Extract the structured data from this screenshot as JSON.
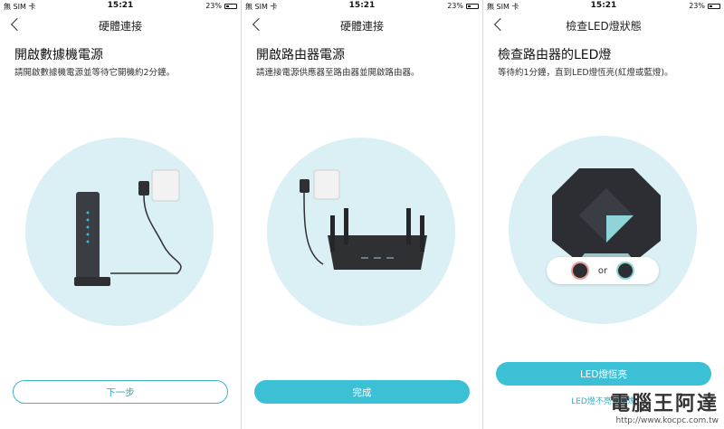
{
  "status": {
    "carrier": "無 SIM 卡",
    "time": "15:21",
    "battery": "23%"
  },
  "screens": [
    {
      "nav_title": "硬體連接",
      "heading": "開啟數據機電源",
      "description": "請開啟數據機電源並等待它開機約2分鐘。",
      "button": "下一步"
    },
    {
      "nav_title": "硬體連接",
      "heading": "開啟路由器電源",
      "description": "請連接電源供應器至路由器並開啟路由器。",
      "button": "完成"
    },
    {
      "nav_title": "檢查LED燈狀態",
      "heading": "檢查路由器的LED燈",
      "description": "等待約1分鐘，直到LED燈恆亮(紅燈或藍燈)。",
      "button": "LED燈恆亮",
      "link": "LED燈不亮或閃爍",
      "or_label": "or"
    }
  ],
  "watermark": {
    "text": "電腦王阿達",
    "url": "http://www.kocpc.com.tw"
  },
  "colors": {
    "accent": "#3cc0d6",
    "circle": "#daf0f4"
  }
}
